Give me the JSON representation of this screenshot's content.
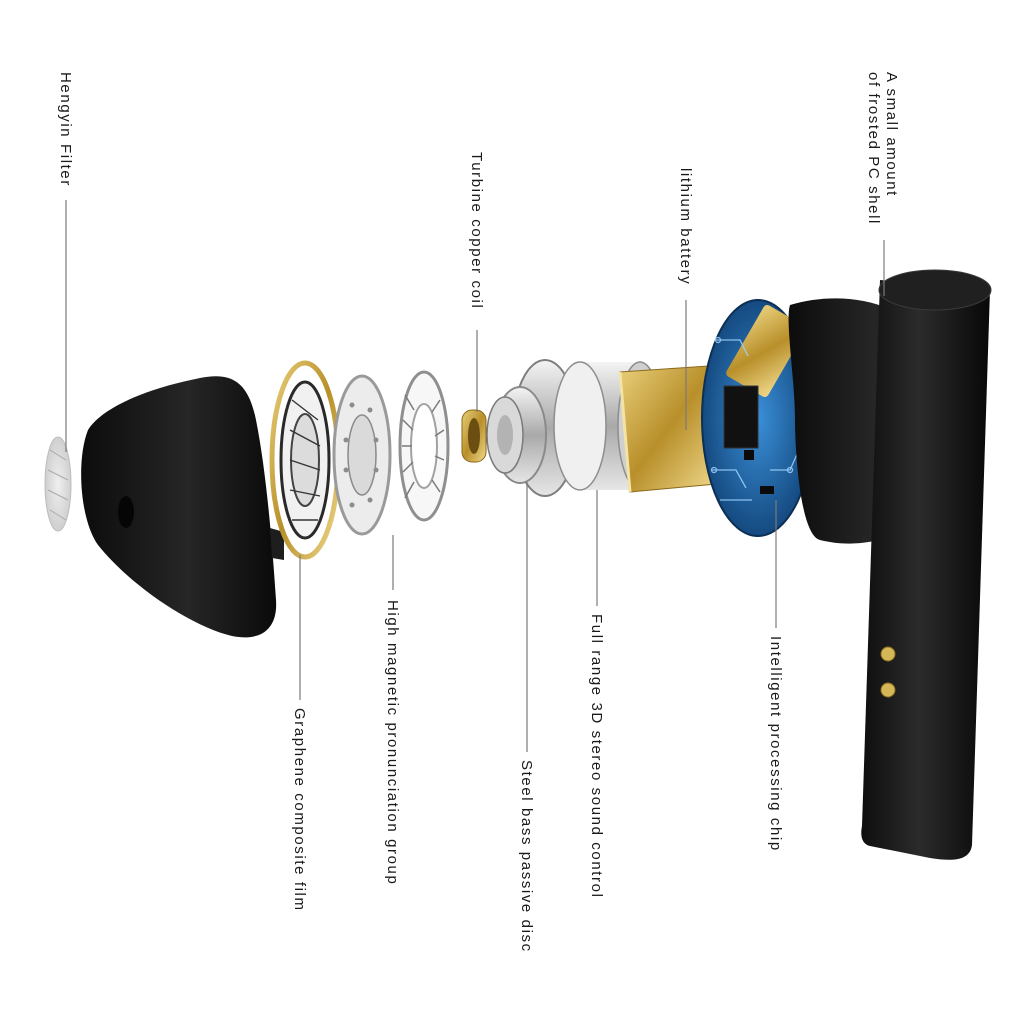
{
  "labels": {
    "hengyin_filter": "Hengyin Filter",
    "turbine_copper_coil": "Turbine copper coil",
    "lithium_battery": "lithium battery",
    "pc_shell_line1": "A small amount",
    "pc_shell_line2": "of frosted PC shell",
    "graphene_film": "Graphene composite film",
    "magnetic_group": "High magnetic pronunciation group",
    "steel_bass_disc": "Steel bass passive disc",
    "stereo_sound_control": "Full range 3D stereo sound control",
    "processing_chip": "Intelligent processing chip"
  },
  "colors": {
    "background": "#ffffff",
    "shell_black": "#161616",
    "gold": "#c9a23a",
    "pcb_blue": "#1a5f9e",
    "silver": "#c8c8c8",
    "leader_line": "#7a7a7a"
  }
}
